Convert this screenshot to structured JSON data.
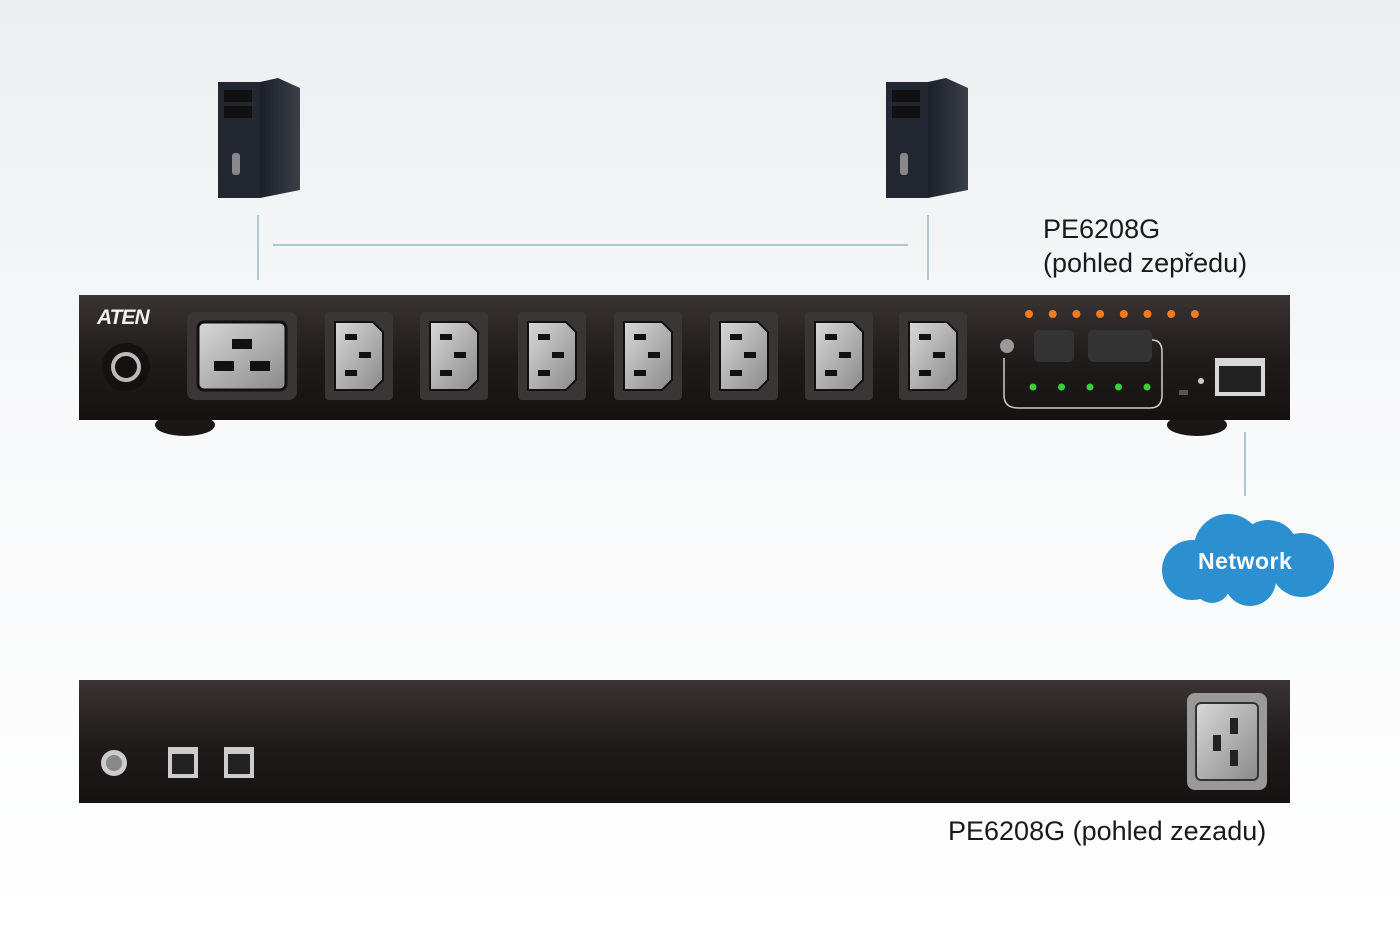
{
  "front_device": {
    "model": "PE6208G",
    "view": "(pohled zepředu)",
    "brand": "ATEN",
    "outlet_count": 8,
    "status_led_color": "#ff7a1a",
    "indicator_led_color": "#3ccf3c"
  },
  "rear_device": {
    "label": "PE6208G (pohled zezadu)"
  },
  "network": {
    "label": "Network",
    "color": "#2b8fd0"
  },
  "computers": [
    {
      "name": "computer-left"
    },
    {
      "name": "computer-right"
    }
  ]
}
